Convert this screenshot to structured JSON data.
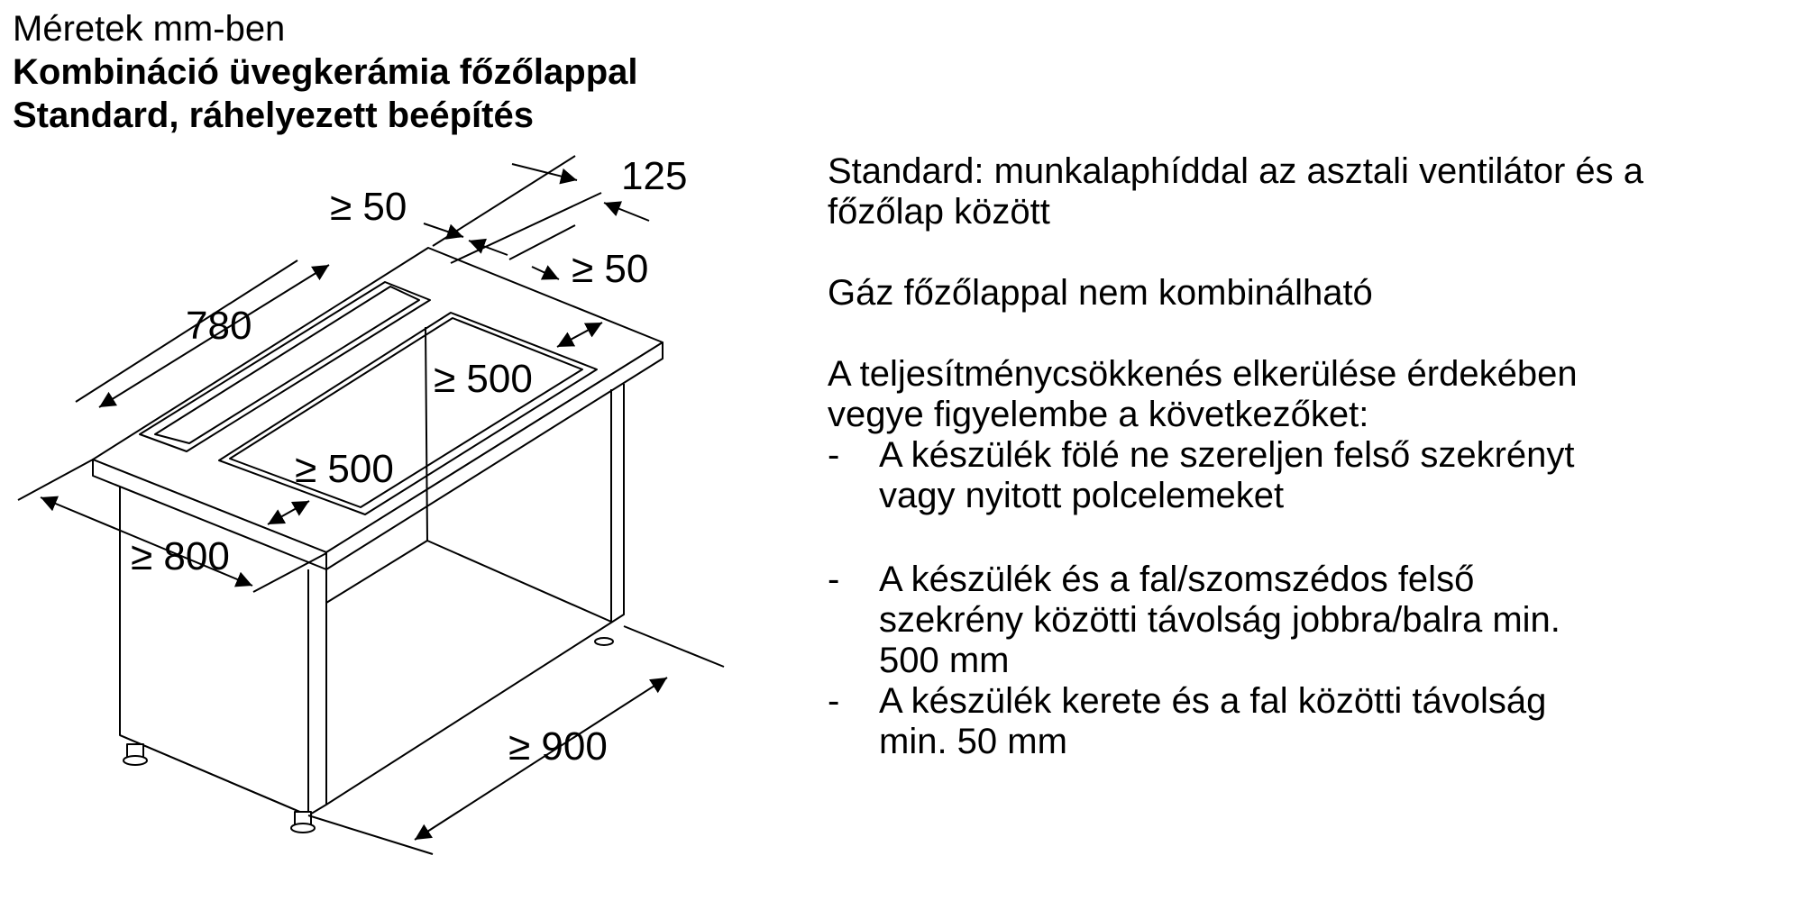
{
  "header": {
    "line1": "Méretek mm-ben",
    "line2": "Kombináció üvegkerámia főzőlappal",
    "line3": "Standard, ráhelyezett beépítés"
  },
  "diagram": {
    "dim_125": "125",
    "dim_50_top": "≥ 50",
    "dim_50_right": "≥ 50",
    "dim_780": "780",
    "dim_500_depth": "≥ 500",
    "dim_500_width": "≥ 500",
    "dim_800": "≥ 800",
    "dim_900": "≥ 900"
  },
  "notes": {
    "standard_1": "Standard: munkalaphíddal az asztali ventilátor és a",
    "standard_2": "főzőlap között",
    "gas": "Gáz főzőlappal nem kombinálható",
    "intro_1": "A teljesítménycsökkenés elkerülése érdekében",
    "intro_2": "vegye figyelembe a következőket:",
    "bullets": [
      {
        "dash": "-",
        "line1": "A készülék fölé ne szereljen felső szekrényt",
        "line2": "vagy nyitott polcelemeket",
        "line3": ""
      },
      {
        "dash": "-",
        "line1": "A készülék és a fal/szomszédos felső",
        "line2": "szekrény közötti távolság jobbra/balra min.",
        "line3": "500 mm"
      },
      {
        "dash": "-",
        "line1": "A készülék kerete és a fal közötti távolság",
        "line2": "min. 50 mm",
        "line3": ""
      }
    ]
  }
}
